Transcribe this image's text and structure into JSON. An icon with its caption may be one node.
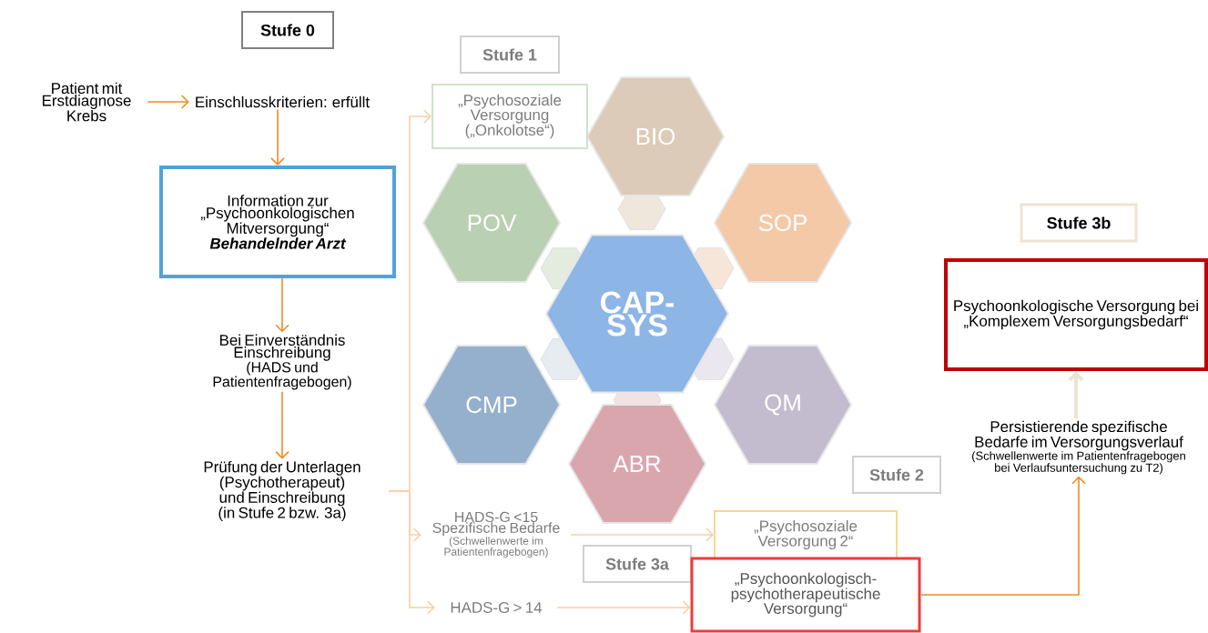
{
  "diagram": {
    "nodes": [
      {
        "text": [
          "Stufe 0"
        ]
      },
      {
        "text": [
          "Patient mit Erstdiagnose Krebs"
        ]
      },
      {
        "text": [
          "Einschlusskriterien: erfüllt"
        ]
      },
      {
        "text": [
          "Information zur „Psychoonkologischen Mitversorgung“",
          "Behandelnder Arzt"
        ]
      },
      {
        "text": [
          "Bei Einverständnis Einschreibung",
          "(HADS und Patientenfragebogen)"
        ]
      },
      {
        "text": [
          "Prüfung der Unterlagen (Psychotherapeut) und Einschreibung (in Stufe 2 bzw. 3a)"
        ]
      },
      {
        "text": [
          "BIO"
        ]
      },
      {
        "text": [
          "POV"
        ]
      },
      {
        "text": [
          "Stufe 1"
        ]
      },
      {
        "text": [
          "„Psychosoziale Versorgung („Onkolotse“)"
        ]
      },
      {
        "text": [
          "SOP"
        ]
      },
      {
        "text": [
          "CAP-SYS"
        ]
      },
      {
        "text": [
          "CMP"
        ]
      },
      {
        "text": [
          "HADS-G <15",
          "Spezifische Bedarfe",
          "(Schwellenwerte im Patientenfragebogen)"
        ]
      },
      {
        "text": [
          "Stufe 2"
        ]
      },
      {
        "text": [
          "„Psychosoziale Versorgung 2“"
        ]
      },
      {
        "text": [
          "QM"
        ]
      },
      {
        "text": [
          "ABR"
        ]
      },
      {
        "text": [
          "Stufe 3a"
        ]
      },
      {
        "text": [
          "HADS-G > 14"
        ]
      },
      {
        "text": [
          "„Psychoonkologisch-psychotherapeutische Versorgung“"
        ]
      },
      {
        "text": [
          "Stufe 3b"
        ]
      },
      {
        "text": [
          "Psychoonkologische Versorgung bei „Komplexem Versorgungsbedarf“"
        ]
      },
      {
        "text": [
          "Persistierende spezifische Bedarfe im Versorgungsverlauf",
          "(Schwellenwerte im Patientenfragebogen bei Verlaufsuntersuchung zu T2)"
        ]
      }
    ],
    "edges": [
      {
        "from": 1,
        "to": 2,
        "arrow": "to"
      },
      {
        "from": 2,
        "to": 3,
        "arrow": "to"
      },
      {
        "from": 3,
        "to": 4,
        "arrow": "to"
      },
      {
        "from": 4,
        "to": 5,
        "arrow": "to"
      },
      {
        "from": 5,
        "to": 9,
        "arrow": "to",
        "color": "#f9cfa6"
      },
      {
        "from": 5,
        "to": 13,
        "arrow": "to",
        "color": "#f9cfa6"
      },
      {
        "from": 5,
        "to": 19,
        "arrow": "to",
        "color": "#f9cfa6"
      },
      {
        "from": 13,
        "to": 15,
        "arrow": "to",
        "color": "#f9cfa6"
      },
      {
        "from": 19,
        "to": 20,
        "arrow": "to",
        "color": "#f9cfa6"
      },
      {
        "from": 20,
        "to": 23,
        "arrow": "to"
      },
      {
        "from": 23,
        "to": 22,
        "arrow": "to",
        "style": "thick",
        "color": "#eee3d3"
      }
    ]
  }
}
